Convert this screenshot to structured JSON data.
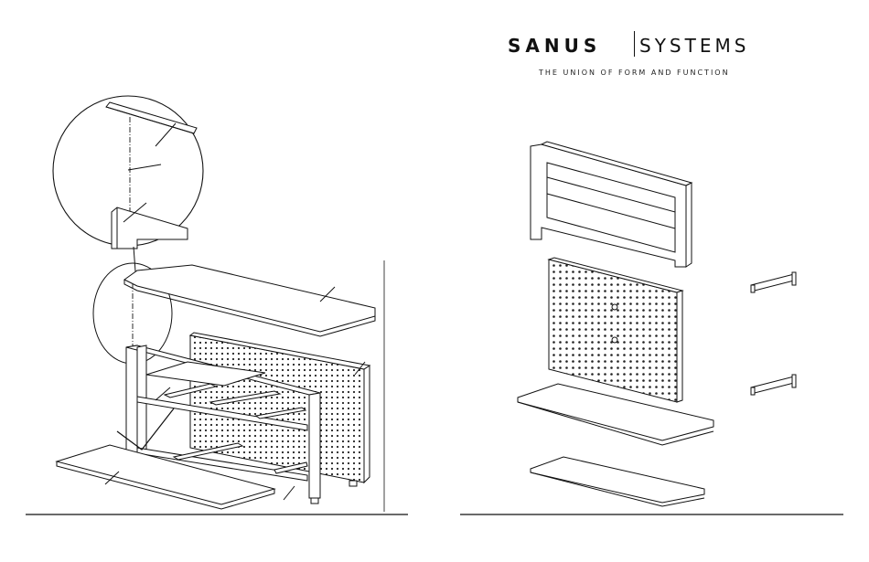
{
  "brand": {
    "name_left": "SANUS",
    "name_right": "SYSTEMS",
    "tagline": "THE UNION OF FORM AND FUNCTION"
  },
  "colors": {
    "ink": "#111111",
    "panel_fill": "#ffffff",
    "perforation": "#222222"
  },
  "illustrations": {
    "left": "assembled stand with detail callout",
    "right": "exploded parts"
  }
}
